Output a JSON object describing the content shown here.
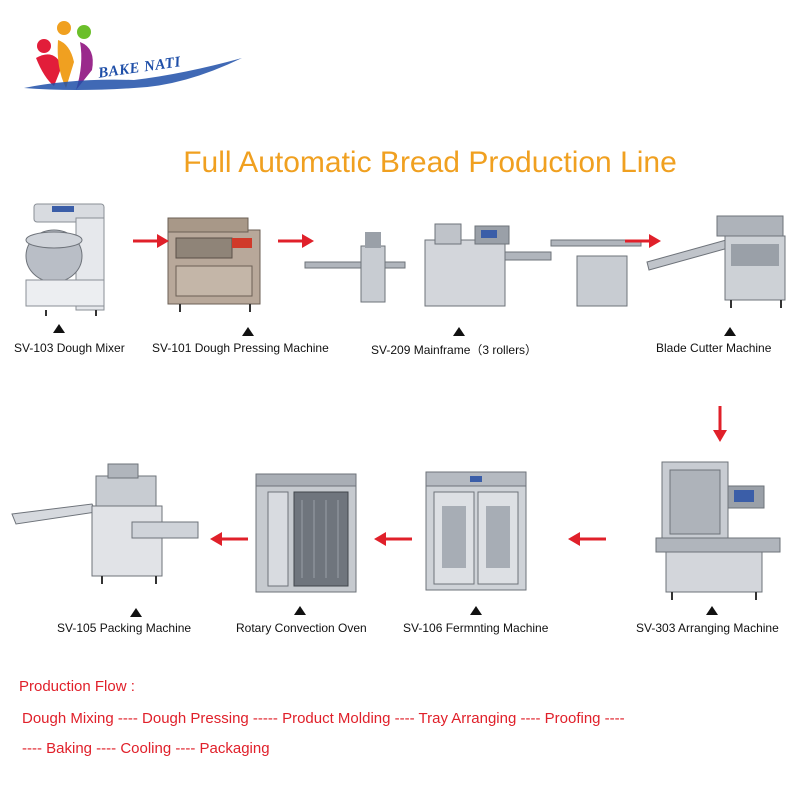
{
  "brand": {
    "logo_text": "BAKE NATI"
  },
  "title": "Full Automatic Bread Production Line",
  "machines": [
    {
      "label": "SV-103 Dough Mixer"
    },
    {
      "label": "SV-101 Dough Pressing Machine"
    },
    {
      "label": "SV-209 Mainframe（3 rollers）"
    },
    {
      "label": "Blade Cutter Machine"
    },
    {
      "label": "SV-303 Arranging Machine"
    },
    {
      "label": "SV-106 Fermnting Machine"
    },
    {
      "label": "Rotary Convection Oven"
    },
    {
      "label": "SV-105 Packing Machine"
    }
  ],
  "flow": {
    "heading": "Production Flow :",
    "line1": "Dough Mixing ---- Dough Pressing ----- Product Molding ---- Tray Arranging ---- Proofing ----",
    "line2": "---- Baking ---- Cooling ---- Packaging"
  },
  "colors": {
    "title": "#f0a020",
    "arrow": "#e0202a",
    "flow_text": "#e0202a",
    "logo_text": "#1f4fa8"
  }
}
